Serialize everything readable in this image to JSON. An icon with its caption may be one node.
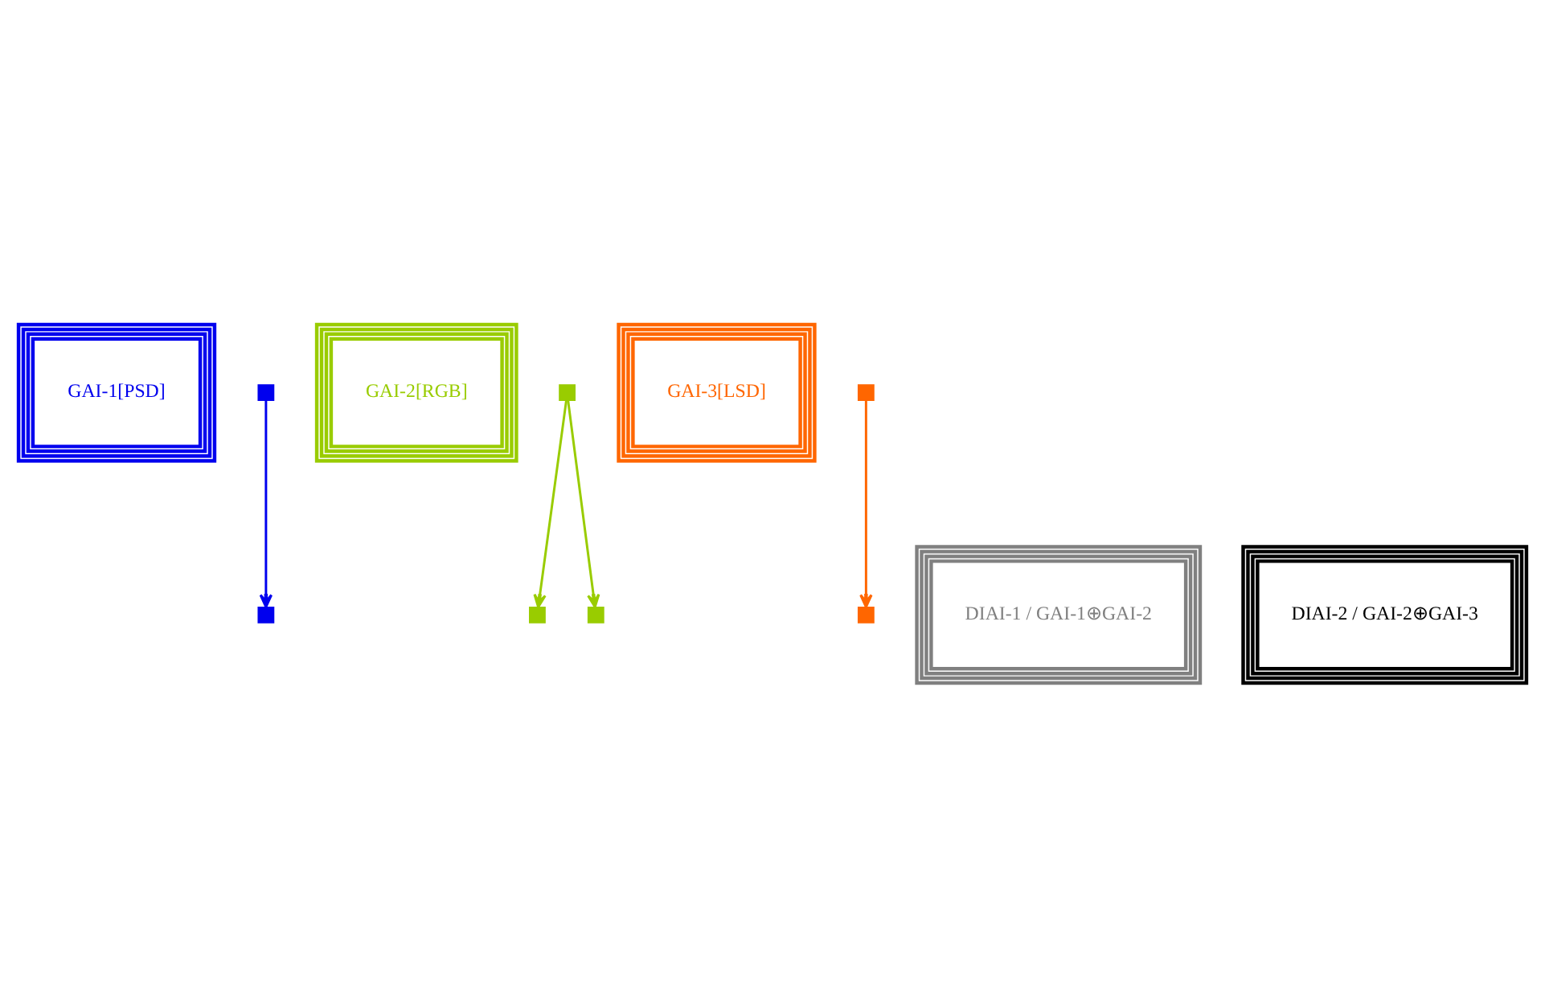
{
  "diagram": {
    "nodes": [
      {
        "text": [
          "GAI-1[PSD]"
        ]
      },
      {
        "text": [
          "DIAI-2 / GAI-2⊕GAI-3"
        ]
      },
      {
        "text": [],
        "shape": "box"
      },
      {
        "text": [],
        "shape": "box"
      },
      {
        "text": [],
        "shape": "box"
      },
      {
        "text": [
          "GAI-2[RGB]"
        ]
      },
      {
        "text": [],
        "shape": "box"
      },
      {
        "text": [],
        "shape": "box"
      },
      {
        "text": [],
        "shape": "box"
      },
      {
        "text": [],
        "shape": "box"
      },
      {
        "text": [
          "DIAI-1 / GAI-1⊕GAI-2"
        ]
      },
      {
        "text": [
          "GAI-3[LSD]"
        ]
      }
    ],
    "edges": [
      {
        "from": 2,
        "to": 8,
        "arrow": "to",
        "color": "#0000ee"
      },
      {
        "from": 7,
        "to": 9,
        "arrow": "to",
        "color": "#99cc00"
      },
      {
        "from": 7,
        "to": 3,
        "arrow": "to",
        "color": "#99cc00"
      },
      {
        "from": 6,
        "to": 4,
        "arrow": "to",
        "color": "#ff6600"
      }
    ]
  }
}
